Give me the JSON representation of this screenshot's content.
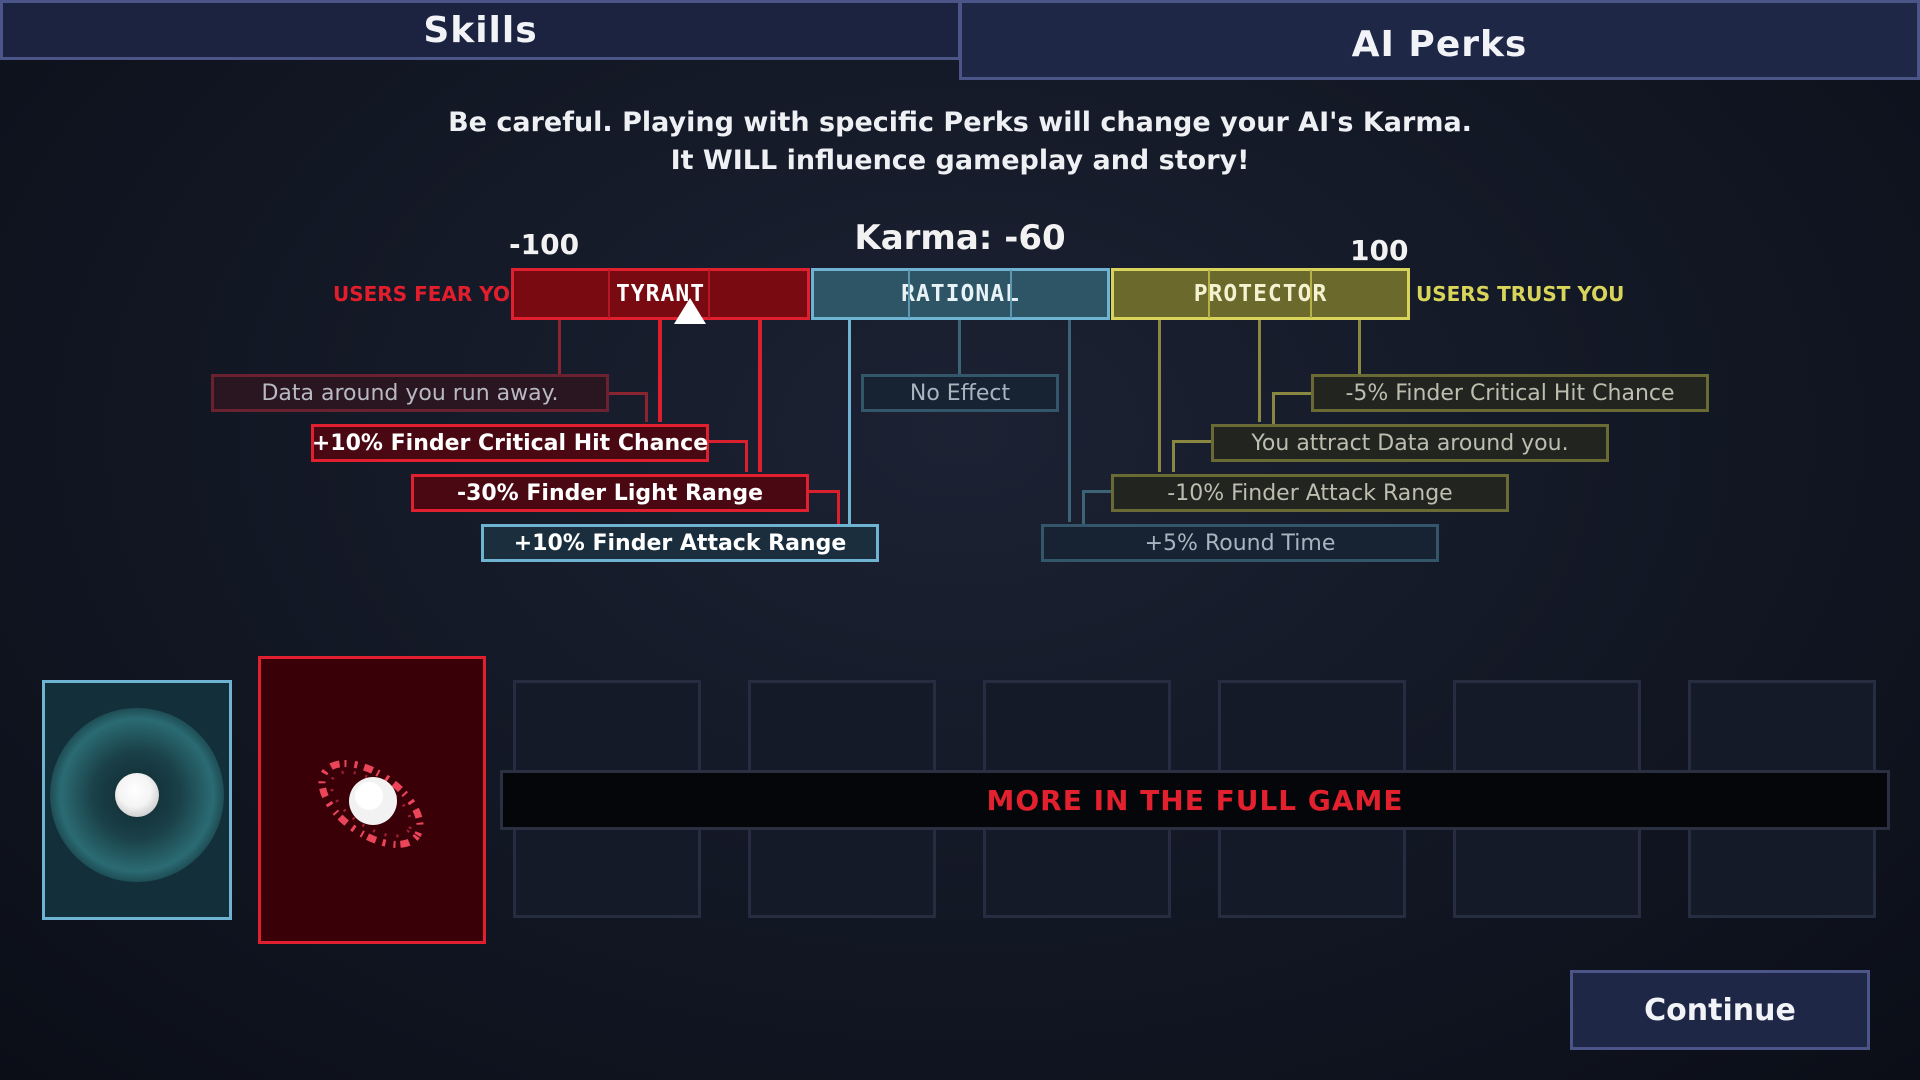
{
  "tabs": {
    "skills": "Skills",
    "ai_perks": "AI Perks"
  },
  "warning": {
    "line1": "Be careful. Playing with specific Perks will change your AI's Karma.",
    "line2": "It WILL influence gameplay and story!"
  },
  "karma": {
    "title": "Karma: -60",
    "min_label": "-100",
    "max_label": "100",
    "value": -60,
    "min": -100,
    "max": 100,
    "left_side_label": "USERS FEAR YOU",
    "right_side_label": "USERS TRUST YOU",
    "segments": {
      "tyrant": "TYRANT",
      "rational": "RATIONAL",
      "protector": "PROTECTOR"
    }
  },
  "effects": {
    "tyrant": [
      "Data around you run away.",
      "+10% Finder Critical Hit Chance",
      "-30% Finder Light Range",
      "+10% Finder Attack Range"
    ],
    "rational": [
      "No Effect"
    ],
    "protector": [
      "-5% Finder Critical Hit Chance",
      "You attract Data around you.",
      "-10% Finder Attack Range",
      "+5% Round Time"
    ]
  },
  "perks": {
    "more_banner": "MORE IN THE FULL GAME"
  },
  "continue_label": "Continue",
  "colors": {
    "tyrant": "#e0202e",
    "rational": "#6fb3d2",
    "protector": "#d8d35a",
    "tab_bg": "#1f2747",
    "banner_text": "#e3202e"
  }
}
